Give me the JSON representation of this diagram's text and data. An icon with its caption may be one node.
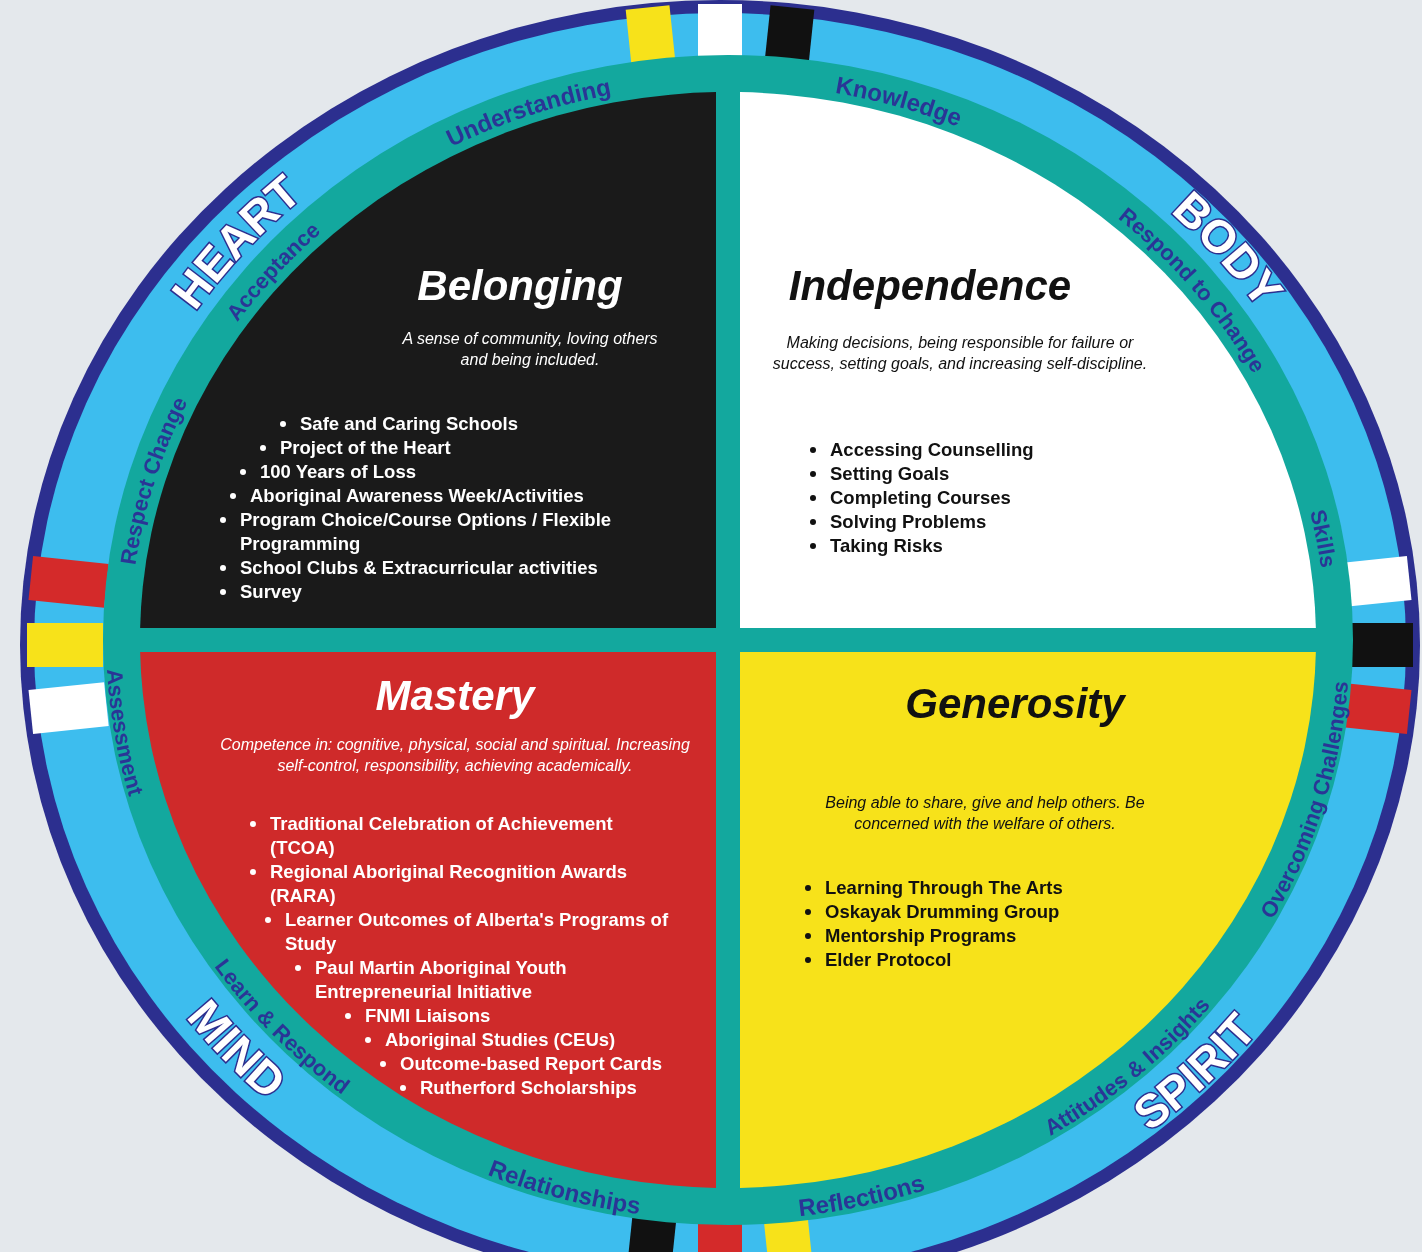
{
  "diagram": {
    "nodes": [
      {
        "text": [
          "Belonging",
          "A sense of community, loving others and being included.",
          "Safe and Caring Schools",
          "Project of the Heart",
          "100 Years of Loss",
          "Aboriginal Awareness Week/Activities",
          "Program Choice/Course Options / Flexible Programming",
          "School Clubs & Extracurricular activities",
          "Survey"
        ]
      },
      {
        "text": [
          "Independence",
          "Making decisions, being responsible for failure or success, setting goals, and increasing self-discipline.",
          "Accessing Counselling",
          "Setting Goals",
          "Completing Courses",
          "Solving Problems",
          "Taking Risks"
        ]
      },
      {
        "text": [
          "Mastery",
          "Competence in: cognitive, physical, social and spiritual. Increasing self-control, responsibility, achieving academically.",
          "Traditional Celebration of Achievement (TCOA)",
          "Regional Aboriginal Recognition Awards (RARA)",
          "Learner Outcomes of Alberta's Programs of Study",
          "Paul Martin Aboriginal Youth Entrepreneurial Initiative",
          "FNMI Liaisons",
          "Aboriginal Studies (CEUs)",
          "Outcome-based Report Cards",
          "Rutherford Scholarships"
        ]
      },
      {
        "text": [
          "Generosity",
          "Being able to share, give and help others. Be concerned with the welfare of others.",
          "Learning Through The Arts",
          "Oskayak Drumming Group",
          "Mentorship Programs",
          "Elder Protocol"
        ]
      }
    ],
    "labels": [
      "Understanding",
      "Knowledge",
      "HEART",
      "Acceptance",
      "Respond to Change",
      "BODY",
      "Respect Change",
      "Skills",
      "Assessment",
      "Overcoming Challenges",
      "Learn & Respond",
      "MIND",
      "Attitudes & Insights",
      "SPIRIT",
      "Relationships",
      "Reflections"
    ]
  }
}
